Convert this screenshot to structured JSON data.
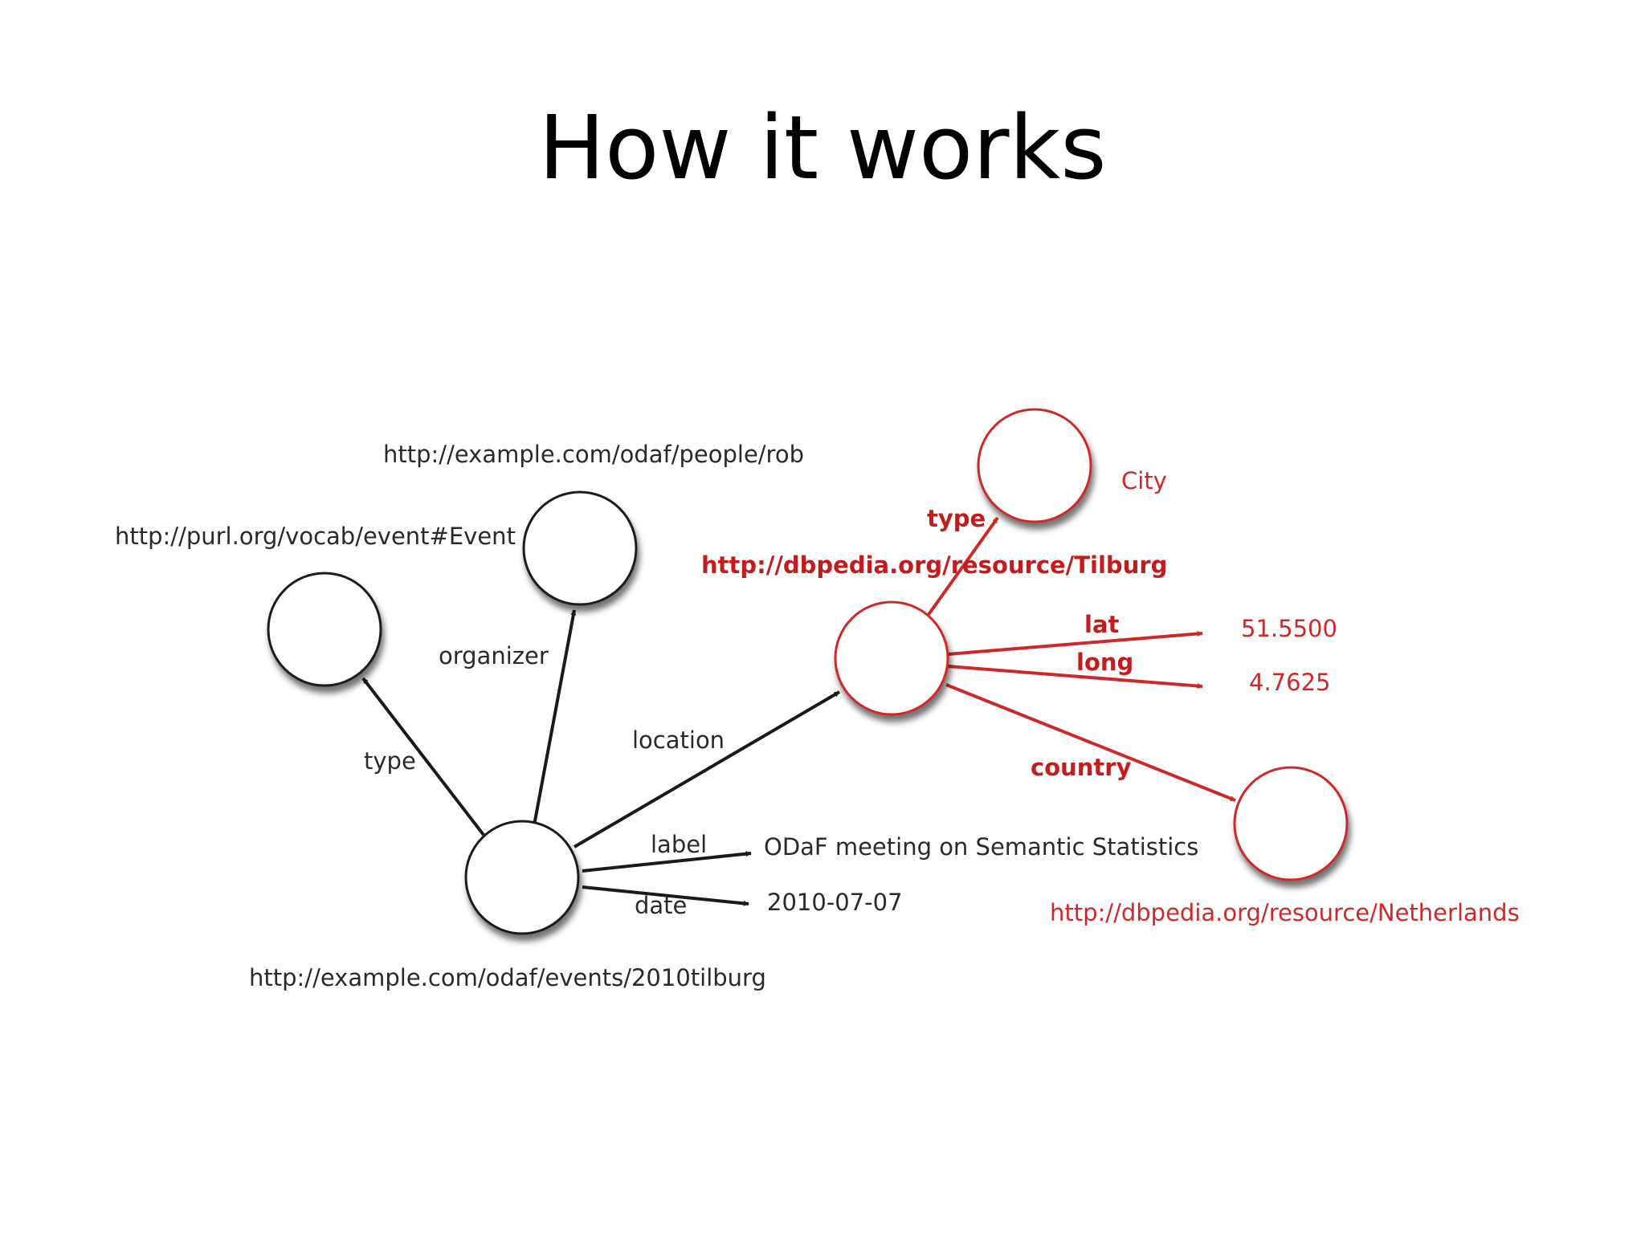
{
  "slide": {
    "title": "How it works"
  },
  "colors": {
    "black_graph": "#1a1a1a",
    "red_graph": "#cc2a2a"
  },
  "uris": {
    "event": "http://example.com/odaf/events/2010tilburg",
    "event_type": "http://purl.org/vocab/event#Event",
    "organizer": "http://example.com/odaf/people/rob",
    "tilburg": "http://dbpedia.org/resource/Tilburg",
    "netherlands": "http://dbpedia.org/resource/Netherlands"
  },
  "edges": {
    "type": "type",
    "organizer": "organizer",
    "location": "location",
    "label": "label",
    "date": "date",
    "city_type": "type",
    "lat": "lat",
    "long": "long",
    "country": "country"
  },
  "literals": {
    "label_value": "ODaF meeting on Semantic Statistics",
    "date_value": "2010-07-07",
    "city": "City",
    "lat_value": "51.5500",
    "long_value": "4.7625"
  }
}
